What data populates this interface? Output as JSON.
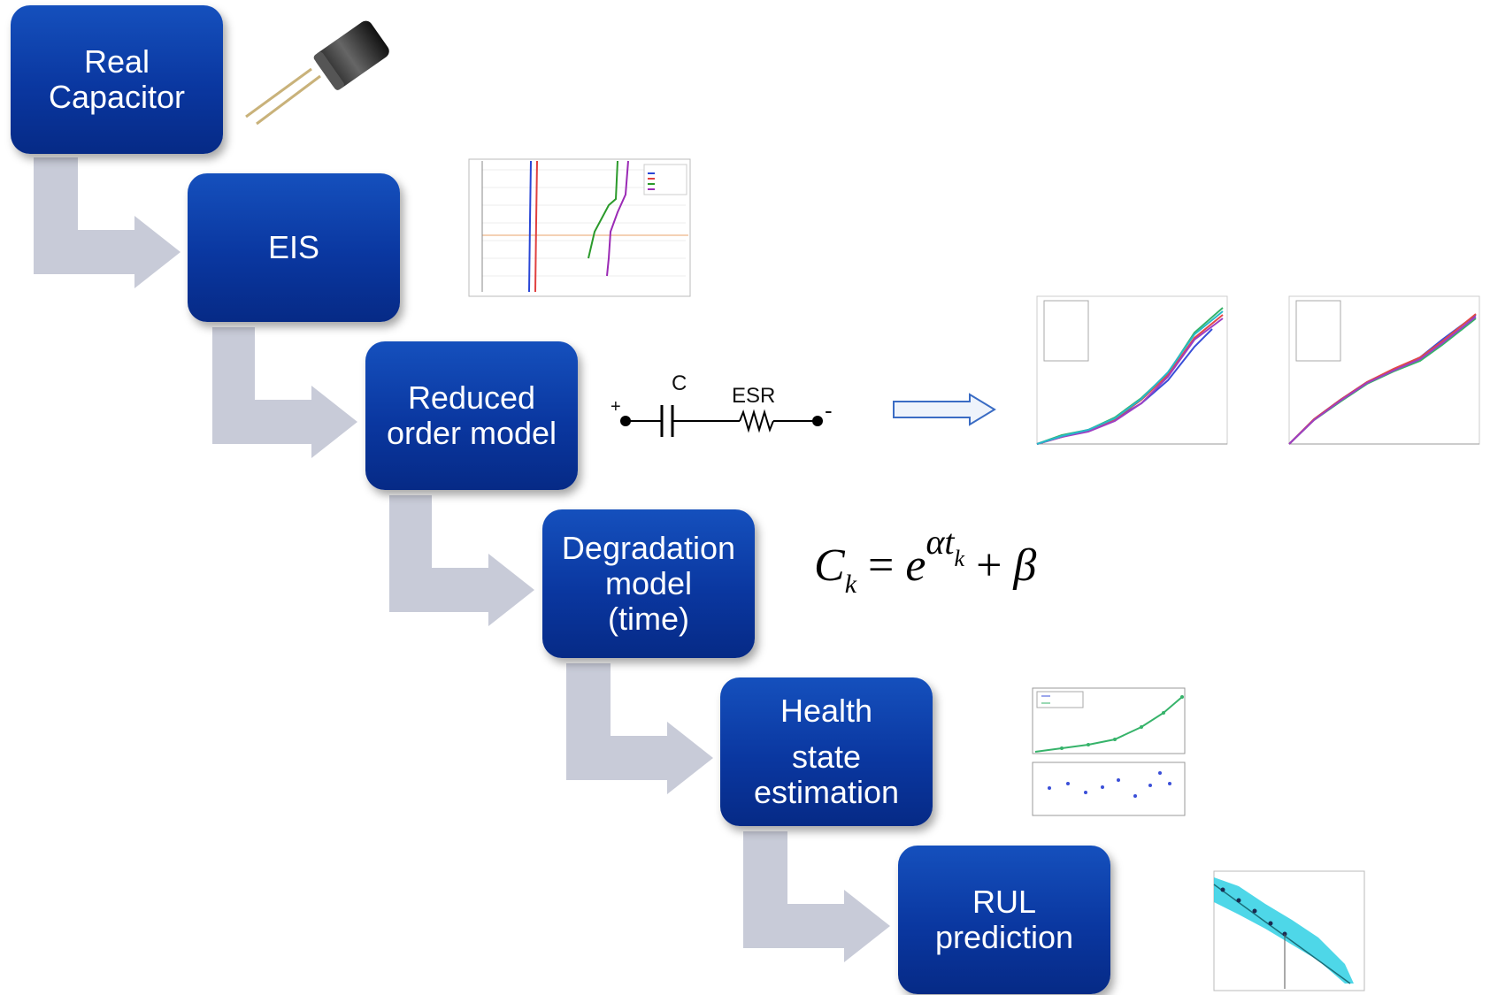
{
  "steps": [
    {
      "lines": [
        "Real",
        "Capacitor"
      ]
    },
    {
      "lines": [
        "EIS"
      ]
    },
    {
      "lines": [
        "Reduced",
        "order model"
      ]
    },
    {
      "lines": [
        "Degradation",
        "model",
        "(time)"
      ]
    },
    {
      "lines": [
        "Health",
        "state",
        "estimation"
      ]
    },
    {
      "lines": [
        "RUL",
        "prediction"
      ]
    }
  ],
  "circuit": {
    "cap_label": "C",
    "res_label": "ESR",
    "plus": "+",
    "minus": "-"
  },
  "equation": {
    "lhs": "C",
    "lhs_sub": "k",
    "eq": "=",
    "base": "e",
    "exp": "αt",
    "exp_sub": "k",
    "plus": "+",
    "beta": "β"
  },
  "colors": {
    "box": "#0a37a0",
    "arrow": "#c8cbd8",
    "text": "#ffffff"
  }
}
